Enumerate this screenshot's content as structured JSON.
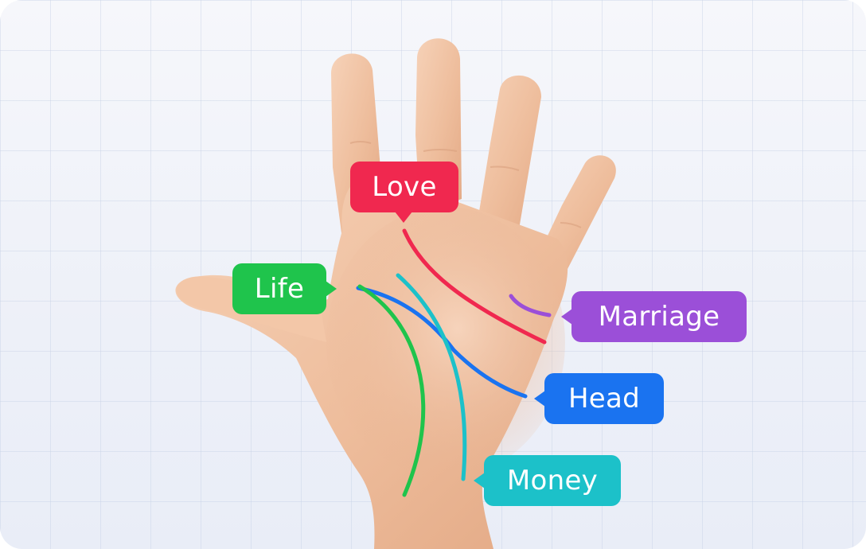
{
  "labels": {
    "love": "Love",
    "life": "Life",
    "marriage": "Marriage",
    "head": "Head",
    "money": "Money"
  },
  "colors": {
    "love": "#f0284f",
    "life": "#1fc44c",
    "marriage": "#9b4fd8",
    "head": "#1a73f0",
    "money": "#1cc1c9",
    "skin": "#f2c4a5",
    "background": "#eef1f8"
  }
}
